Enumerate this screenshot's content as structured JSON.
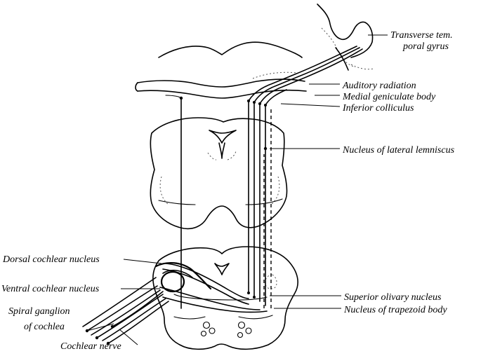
{
  "labels": {
    "transverse_temporal_gyrus_1": "Transverse tem.",
    "transverse_temporal_gyrus_2": "poral gyrus",
    "auditory_radiation": "Auditory radiation",
    "medial_geniculate_body": "Medial geniculate body",
    "inferior_colliculus": "Inferior colliculus",
    "nucleus_lateral_lemniscus": "Nucleus of lateral lemniscus",
    "dorsal_cochlear_nucleus": "Dorsal cochlear nucleus",
    "ventral_cochlear_nucleus": "Ventral cochlear nucleus",
    "spiral_ganglion_1": "Spiral ganglion",
    "spiral_ganglion_2": "of cochlea",
    "cochlear_nerve": "Cochlear nerve",
    "superior_olivary_nucleus": "Superior olivary nucleus",
    "nucleus_trapezoid_body": "Nucleus of trapezoid body"
  },
  "colors": {
    "ink": "#000000",
    "background": "#ffffff"
  }
}
